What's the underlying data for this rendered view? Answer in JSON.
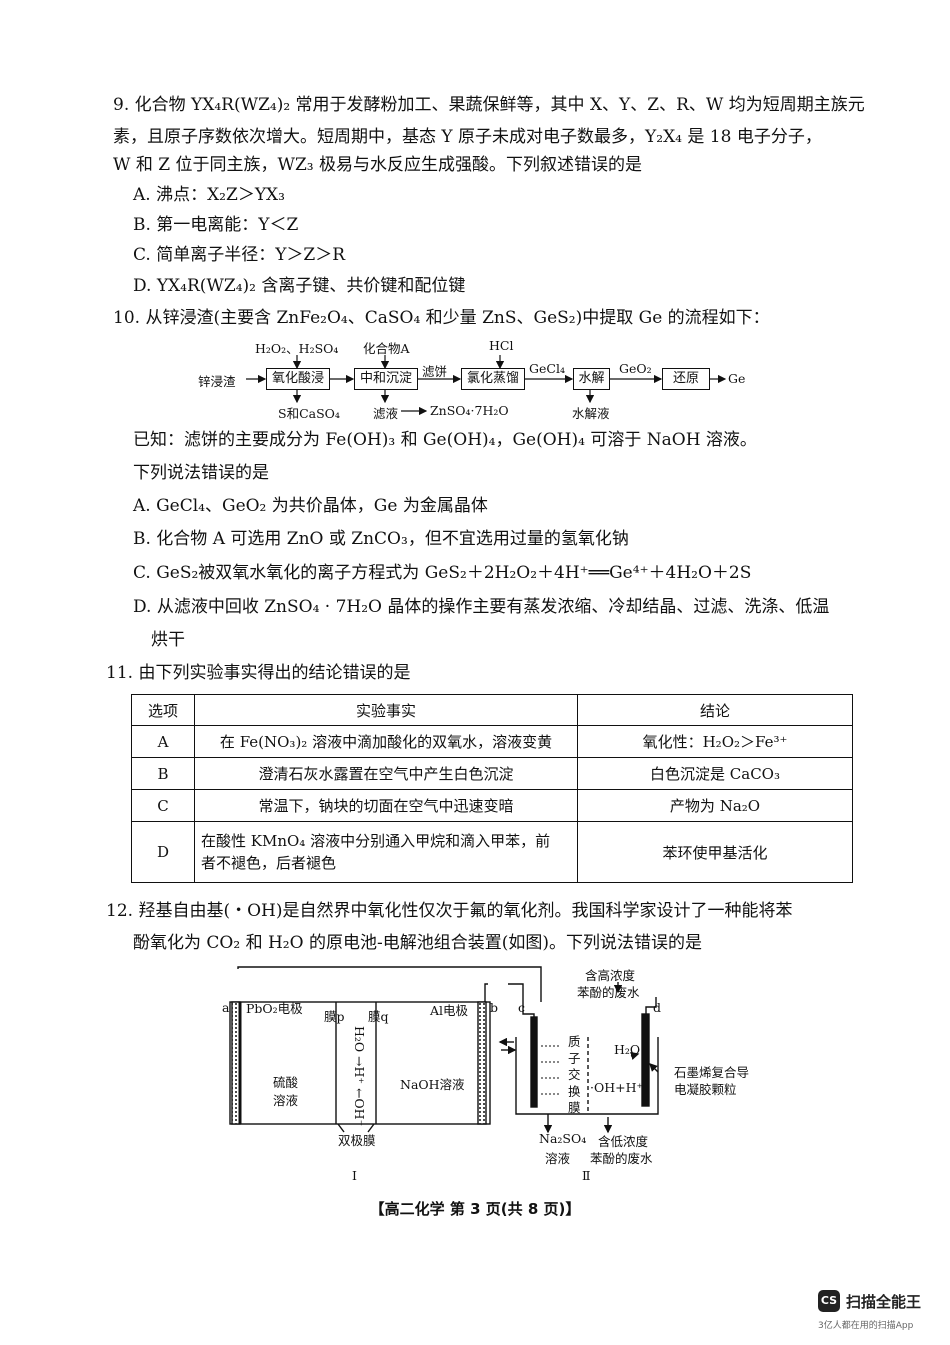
{
  "q9": {
    "stem1": "9. 化合物 YX₄R(WZ₄)₂ 常用于发酵粉加工、果蔬保鲜等，其中 X、Y、Z、R、W 均为短周期主族元",
    "stem2": "素，且原子序数依次增大。短周期中，基态 Y 原子未成对电子数最多，Y₂X₄ 是 18 电子分子，",
    "stem3": "W 和 Z 位于同主族，WZ₃ 极易与水反应生成强酸。下列叙述错误的是",
    "options": [
      "A. 沸点：X₂Z＞YX₃",
      "B. 第一电离能：Y＜Z",
      "C. 简单离子半径：Y＞Z＞R",
      "D. YX₄R(WZ₄)₂ 含离子键、共价键和配位键"
    ]
  },
  "q10": {
    "stem": "10. 从锌浸渣(主要含 ZnFe₂O₄、CaSO₄ 和少量 ZnS、GeS₂)中提取 Ge 的流程如下：",
    "flow": {
      "start": "锌浸渣",
      "boxes": [
        "氧化酸浸",
        "中和沉淀",
        "氯化蒸馏",
        "水解",
        "还原"
      ],
      "reagents": [
        "H₂O₂、H₂SO₄",
        "化合物A",
        "HCl"
      ],
      "between": [
        "滤饼",
        "GeCl₄",
        "GeO₂"
      ],
      "end": "Ge",
      "outputs": [
        "S和CaSO₄",
        "滤液",
        "ZnSO₄·7H₂O",
        "水解液"
      ]
    },
    "known1": "已知：滤饼的主要成分为 Fe(OH)₃ 和 Ge(OH)₄，Ge(OH)₄ 可溶于 NaOH 溶液。",
    "known2": "下列说法错误的是",
    "options": [
      "A. GeCl₄、GeO₂ 为共价晶体，Ge 为金属晶体",
      "B. 化合物 A 可选用 ZnO 或 ZnCO₃，但不宜选用过量的氢氧化钠",
      "C. GeS₂被双氧水氧化的离子方程式为 GeS₂＋2H₂O₂＋4H⁺══Ge⁴⁺＋4H₂O＋2S",
      "D. 从滤液中回收 ZnSO₄ · 7H₂O 晶体的操作主要有蒸发浓缩、冷却结晶、过滤、洗涤、低温",
      "烘干"
    ]
  },
  "q11": {
    "stem": "11. 由下列实验事实得出的结论错误的是",
    "headers": [
      "选项",
      "实验事实",
      "结论"
    ],
    "rows": [
      [
        "A",
        "在 Fe(NO₃)₂ 溶液中滴加酸化的双氧水，溶液变黄",
        "氧化性：H₂O₂＞Fe³⁺"
      ],
      [
        "B",
        "澄清石灰水露置在空气中产生白色沉淀",
        "白色沉淀是 CaCO₃"
      ],
      [
        "C",
        "常温下，钠块的切面在空气中迅速变暗",
        "产物为 Na₂O"
      ],
      [
        "D",
        "在酸性 KMnO₄ 溶液中分别通入甲烷和滴入甲苯，前",
        "苯环使甲基活化"
      ]
    ],
    "row_d_line2": "者不褪色，后者褪色"
  },
  "q12": {
    "stem1": "12. 羟基自由基(・OH)是自然界中氧化性仅次于氟的氧化剂。我国科学家设计了一种能将苯",
    "stem2": "酚氧化为 CO₂ 和 H₂O 的原电池-电解池组合装置(如图)。下列说法错误的是",
    "diagram": {
      "a": "a",
      "b": "b",
      "c": "c",
      "d": "d",
      "pbo2": "PbO₂电极",
      "membrane_p": "膜p",
      "membrane_q": "膜q",
      "al": "Al电极",
      "h2o_vert": "H₂O",
      "h_oh_vert": "→H⁺ ←OH⁻",
      "acid": [
        "硫酸",
        "溶液"
      ],
      "naoh": "NaOH溶液",
      "bipolar": "双极膜",
      "label_I": "Ⅰ",
      "label_II": "Ⅱ",
      "proton": [
        "质",
        "子",
        "交",
        "换",
        "膜"
      ],
      "high_phenol": [
        "含高浓度",
        "苯酚的废水"
      ],
      "low_phenol": [
        "含低浓度",
        "苯酚的废水"
      ],
      "na2so4": [
        "Na₂SO₄",
        "溶液"
      ],
      "h2o2": "H₂O",
      "oh_h": "·OH+H⁺",
      "graphene": [
        "石墨烯复合导",
        "电凝胶颗粒"
      ]
    }
  },
  "footer": "【高二化学  第 3 页(共 8 页)】",
  "watermark": {
    "logo": "CS",
    "name": "扫描全能王",
    "tag": "3亿人都在用的扫描App"
  }
}
